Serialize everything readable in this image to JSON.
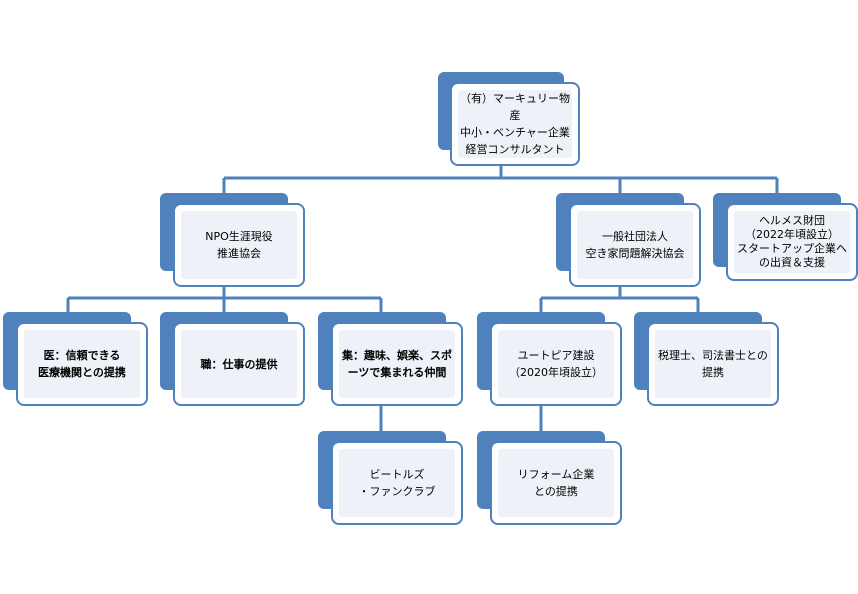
{
  "diagram": {
    "line_color": "#4f81bd",
    "box_fill": "#eef2f8",
    "nodes": {
      "root": "（有）マーキュリー物産\n中小・ベンチャー企業\n経営コンサルタント",
      "npo": "NPO生涯現役\n推進協会",
      "assoc": "一般社団法人\n空き家問題解決協会",
      "hermes": "ヘルメス財団\n（2022年頃設立）\nスタートアップ企業への出資＆支援",
      "medical": "医：信頼できる\n医療機関との提携",
      "job": "職：仕事の提供",
      "social": "集：趣味、娯楽、スポーツで集まれる仲間",
      "beatles": "ビートルズ\n・ファンクラブ",
      "utopia": "ユートピア建設\n（2020年頃設立）",
      "tax": "税理士、司法書士との提携",
      "reform": "リフォーム企業\nとの提携"
    }
  }
}
